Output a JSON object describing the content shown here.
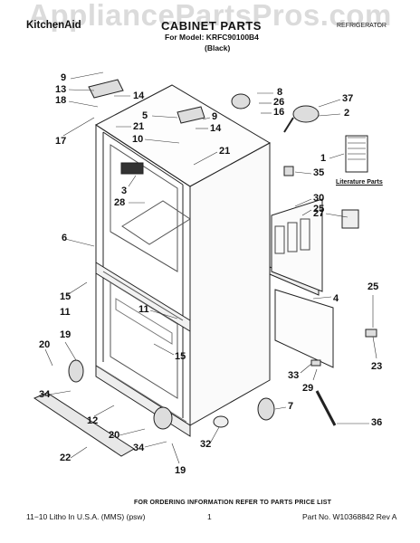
{
  "watermark": "AppliancePartsPros.com",
  "header": {
    "brand": "KitchenAid",
    "title": "CABINET PARTS",
    "right": "REFRIGERATOR",
    "model": "For Model: KRFC90100B4",
    "color": "(Black)"
  },
  "literature_label": "Literature Parts",
  "order_info": "FOR ORDERING INFORMATION REFER TO PARTS PRICE LIST",
  "footer": {
    "left": "11−10 Litho In U.S.A. (MMS) (psw)",
    "center": "1",
    "right": "Part No. W10368842 Rev A"
  },
  "callouts": [
    {
      "id": "c9a",
      "text": "9"
    },
    {
      "id": "c13",
      "text": "13"
    },
    {
      "id": "c14a",
      "text": "14"
    },
    {
      "id": "c18",
      "text": "18"
    },
    {
      "id": "c17",
      "text": "17"
    },
    {
      "id": "c21a",
      "text": "21"
    },
    {
      "id": "c5",
      "text": "5"
    },
    {
      "id": "c9b",
      "text": "9"
    },
    {
      "id": "c14b",
      "text": "14"
    },
    {
      "id": "c10",
      "text": "10"
    },
    {
      "id": "c21b",
      "text": "21"
    },
    {
      "id": "c3",
      "text": "3"
    },
    {
      "id": "c28",
      "text": "28"
    },
    {
      "id": "c6",
      "text": "6"
    },
    {
      "id": "c15a",
      "text": "15"
    },
    {
      "id": "c11a",
      "text": "11"
    },
    {
      "id": "c11b",
      "text": "11"
    },
    {
      "id": "c15b",
      "text": "15"
    },
    {
      "id": "c19a",
      "text": "19"
    },
    {
      "id": "c20a",
      "text": "20"
    },
    {
      "id": "c34a",
      "text": "34"
    },
    {
      "id": "c12",
      "text": "12"
    },
    {
      "id": "c20b",
      "text": "20"
    },
    {
      "id": "c34b",
      "text": "34"
    },
    {
      "id": "c22",
      "text": "22"
    },
    {
      "id": "c19b",
      "text": "19"
    },
    {
      "id": "c32",
      "text": "32"
    },
    {
      "id": "c8",
      "text": "8"
    },
    {
      "id": "c26",
      "text": "26"
    },
    {
      "id": "c16",
      "text": "16"
    },
    {
      "id": "c37",
      "text": "37"
    },
    {
      "id": "c2",
      "text": "2"
    },
    {
      "id": "c1",
      "text": "1"
    },
    {
      "id": "c35",
      "text": "35"
    },
    {
      "id": "c30",
      "text": "30"
    },
    {
      "id": "c25a",
      "text": "25"
    },
    {
      "id": "c27",
      "text": "27"
    },
    {
      "id": "c4",
      "text": "4"
    },
    {
      "id": "c25b",
      "text": "25"
    },
    {
      "id": "c23",
      "text": "23"
    },
    {
      "id": "c33",
      "text": "33"
    },
    {
      "id": "c29",
      "text": "29"
    },
    {
      "id": "c7",
      "text": "7"
    },
    {
      "id": "c36",
      "text": "36"
    }
  ]
}
